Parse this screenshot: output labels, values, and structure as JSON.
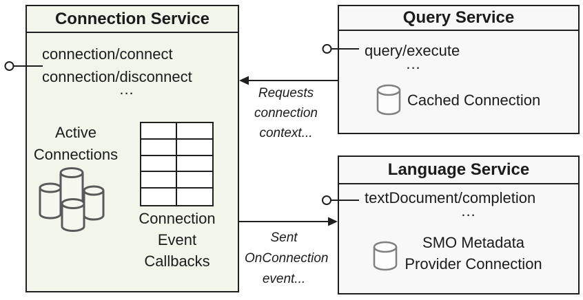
{
  "colors": {
    "connection_box_fill": "#f2f5ea",
    "service_box_fill": "#f8f8f9",
    "border": "#1f1f1f",
    "cluster_cylinder_stroke": "#595959",
    "icon_cylinder_stroke": "#7f7f7f",
    "table_fill": "#ffffff"
  },
  "connection_service": {
    "title": "Connection Service",
    "methods": [
      "connection/connect",
      "connection/disconnect"
    ],
    "ellipsis": "...",
    "active_connections_label": [
      "Active",
      "Connections"
    ],
    "callbacks_label": [
      "Connection",
      "Event",
      "Callbacks"
    ]
  },
  "query_service": {
    "title": "Query Service",
    "methods": [
      "query/execute"
    ],
    "ellipsis": "...",
    "connection_label": "Cached Connection"
  },
  "language_service": {
    "title": "Language Service",
    "methods": [
      "textDocument/completion"
    ],
    "ellipsis": "...",
    "connection_label": [
      "SMO Metadata",
      "Provider Connection"
    ]
  },
  "arrows": {
    "requests_label": [
      "Requests",
      "connection",
      "context..."
    ],
    "sent_label": [
      "Sent",
      "OnConnection",
      "event..."
    ]
  }
}
